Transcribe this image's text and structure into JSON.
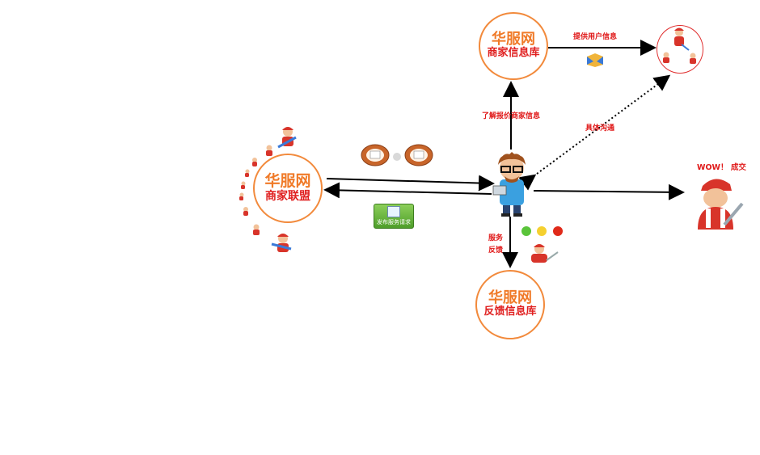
{
  "nodes": {
    "merchant_db": {
      "title": "华服网",
      "subtitle": "商家信息库"
    },
    "alliance": {
      "title": "华服网",
      "subtitle": "商家联盟"
    },
    "feedback_db": {
      "title": "华服网",
      "subtitle": "反馈信息库"
    }
  },
  "edges": {
    "provide_user_info": "提供用户信息",
    "learn_quote": "了解报价商家信息",
    "detailed_comm": "具体沟通",
    "service_feedback_1": "服务",
    "service_feedback_2": "反馈",
    "deal": "WOW！ 成交"
  },
  "badge": {
    "label": "发布服务请求"
  },
  "colors": {
    "accent_orange": "#f07a28",
    "label_red": "#e01919",
    "badge_green": "#5aae32"
  }
}
